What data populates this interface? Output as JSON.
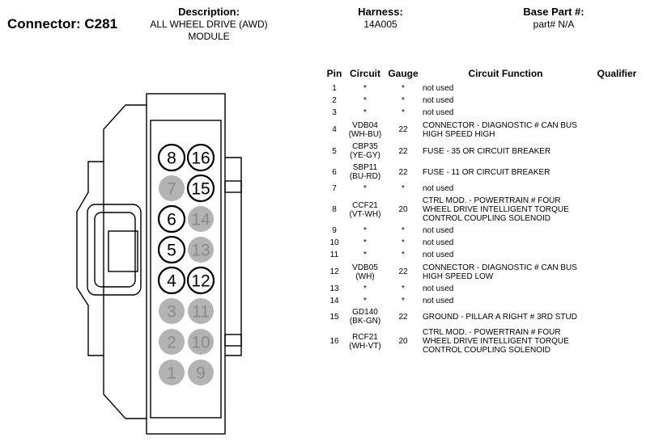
{
  "header": {
    "connector_label": "Connector: C281",
    "description_label": "Description:",
    "description_lines": [
      "ALL WHEEL DRIVE (AWD)",
      "MODULE"
    ],
    "harness_label": "Harness:",
    "harness_value": "14A005",
    "base_part_label": "Base Part #:",
    "base_part_value": "part# N/A"
  },
  "table": {
    "columns": [
      "Pin",
      "Circuit",
      "Gauge",
      "Circuit Function",
      "Qualifier"
    ],
    "rows": [
      {
        "pin": "1",
        "circuit": [
          "*"
        ],
        "gauge": "*",
        "function": [
          "not used"
        ],
        "h": 15
      },
      {
        "pin": "2",
        "circuit": [
          "*"
        ],
        "gauge": "*",
        "function": [
          "not used"
        ],
        "h": 15
      },
      {
        "pin": "3",
        "circuit": [
          "*"
        ],
        "gauge": "*",
        "function": [
          "not used"
        ],
        "h": 15
      },
      {
        "pin": "4",
        "circuit": [
          "VDB04",
          "(WH-BU)"
        ],
        "gauge": "22",
        "function": [
          "CONNECTOR - DIAGNOSTIC # CAN BUS",
          "HIGH SPEED HIGH"
        ],
        "h": 27
      },
      {
        "pin": "5",
        "circuit": [
          "CBP35",
          "(YE-GY)"
        ],
        "gauge": "22",
        "function": [
          "FUSE - 35 OR CIRCUIT BREAKER"
        ],
        "h": 26
      },
      {
        "pin": "6",
        "circuit": [
          "SBP11",
          "(BU-RD)"
        ],
        "gauge": "22",
        "function": [
          "FUSE - 11 OR CIRCUIT BREAKER"
        ],
        "h": 26
      },
      {
        "pin": "7",
        "circuit": [
          "*"
        ],
        "gauge": "*",
        "function": [
          "not used"
        ],
        "h": 15
      },
      {
        "pin": "8",
        "circuit": [
          "CCF21",
          "(VT-WH)"
        ],
        "gauge": "20",
        "function": [
          "CTRL MOD. - POWERTRAIN # FOUR",
          "WHEEL DRIVE INTELLIGENT TORQUE",
          "CONTROL COUPLING SOLENOID"
        ],
        "h": 37
      },
      {
        "pin": "9",
        "circuit": [
          "*"
        ],
        "gauge": "*",
        "function": [
          "not used"
        ],
        "h": 15
      },
      {
        "pin": "10",
        "circuit": [
          "*"
        ],
        "gauge": "*",
        "function": [
          "not used"
        ],
        "h": 15
      },
      {
        "pin": "11",
        "circuit": [
          "*"
        ],
        "gauge": "*",
        "function": [
          "not used"
        ],
        "h": 15
      },
      {
        "pin": "12",
        "circuit": [
          "VDB05",
          "(WH)"
        ],
        "gauge": "22",
        "function": [
          "CONNECTOR - DIAGNOSTIC # CAN BUS",
          "HIGH SPEED LOW"
        ],
        "h": 27
      },
      {
        "pin": "13",
        "circuit": [
          "*"
        ],
        "gauge": "*",
        "function": [
          "not used"
        ],
        "h": 15
      },
      {
        "pin": "14",
        "circuit": [
          "*"
        ],
        "gauge": "*",
        "function": [
          "not used"
        ],
        "h": 15
      },
      {
        "pin": "15",
        "circuit": [
          "GD140",
          "(BK-GN)"
        ],
        "gauge": "22",
        "function": [
          "GROUND - PILLAR A RIGHT # 3RD STUD"
        ],
        "h": 24
      },
      {
        "pin": "16",
        "circuit": [
          "RCF21",
          "(WH-VT)"
        ],
        "gauge": "20",
        "function": [
          "CTRL MOD. - POWERTRAIN # FOUR",
          "WHEEL DRIVE INTELLIGENT TORQUE",
          "CONTROL COUPLING SOLENOID"
        ],
        "h": 37
      }
    ]
  },
  "connector": {
    "pins": [
      {
        "label": "8",
        "used": true
      },
      {
        "label": "16",
        "used": true
      },
      {
        "label": "7",
        "used": false
      },
      {
        "label": "15",
        "used": true
      },
      {
        "label": "6",
        "used": true
      },
      {
        "label": "14",
        "used": false
      },
      {
        "label": "5",
        "used": true
      },
      {
        "label": "13",
        "used": false
      },
      {
        "label": "4",
        "used": true
      },
      {
        "label": "12",
        "used": true
      },
      {
        "label": "3",
        "used": false
      },
      {
        "label": "11",
        "used": false
      },
      {
        "label": "2",
        "used": false
      },
      {
        "label": "10",
        "used": false
      },
      {
        "label": "1",
        "used": false
      },
      {
        "label": "9",
        "used": false
      }
    ],
    "colors": {
      "used_fill": "#ffffff",
      "unused_fill": "#b3b3b3",
      "unused_text": "#8a8a8a",
      "stroke": "#000000"
    }
  }
}
